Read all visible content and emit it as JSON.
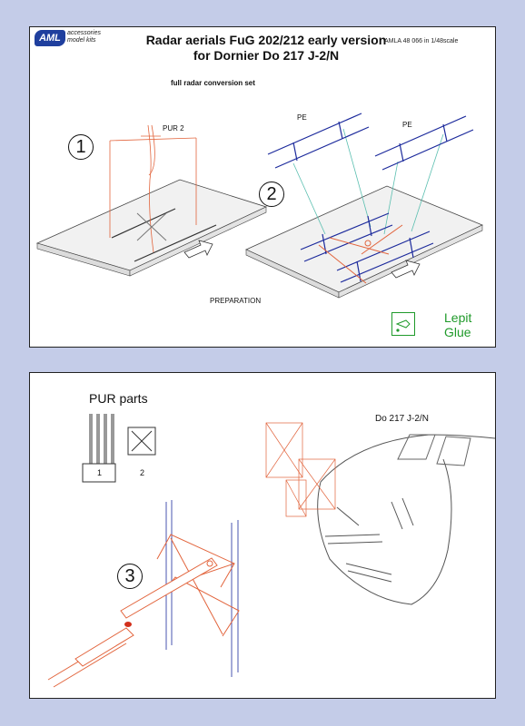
{
  "header": {
    "logo_text": "AML",
    "logo_tagline": "accessories model kits",
    "title_line1": "Radar aerials FuG 202/212 early version",
    "title_line2": "for Dornier Do 217 J-2/N",
    "product_code": "AMLA 48 066 in 1/48scale",
    "subtitle": "full radar conversion set"
  },
  "steps": [
    {
      "number": "1",
      "part_label": "PUR 2"
    },
    {
      "number": "2",
      "part_label_left": "PE",
      "part_label_right": "PE"
    },
    {
      "number": "3"
    }
  ],
  "preparation_label": "PREPARATION",
  "glue": {
    "icon": "glue-tube-icon",
    "line1": "Lepit",
    "line2": "Glue",
    "color": "#1f9a2a"
  },
  "pur_parts": {
    "title": "PUR parts",
    "part1_label": "1",
    "part2_label": "2"
  },
  "aircraft_label": "Do 217 J-2/N",
  "colors": {
    "resin": "#e2643c",
    "photo_etch": "#1c2a9c",
    "guide": "#5bbfb0"
  }
}
